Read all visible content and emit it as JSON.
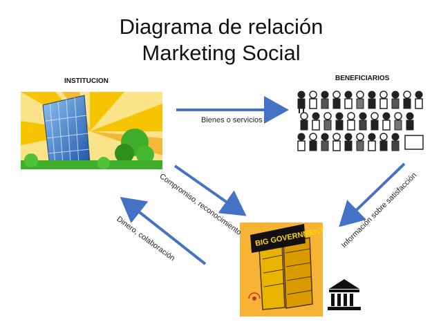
{
  "title": {
    "line1": "Diagrama de relación",
    "line2": "Marketing Social"
  },
  "nodes": {
    "institution": {
      "label": "INSTITUCION"
    },
    "beneficiaries": {
      "label": "BENEFICIARIOS"
    },
    "government": {
      "banner": "BIG GOVERNMENT"
    }
  },
  "edges": {
    "goods": "Bienes o servicios",
    "commitment": "Compromiso, reconocimiento",
    "money": "Dinero, colaboración",
    "info": "Información sobre satisfacción"
  },
  "colors": {
    "arrow": "#4472c4",
    "sun_yellow": "#f6c400",
    "sun_orange": "#f29b00",
    "building_blue": "#2f6fc2",
    "grass": "#3fae2a",
    "gov_orange": "#f5a623",
    "gov_gold": "#e8b400"
  }
}
